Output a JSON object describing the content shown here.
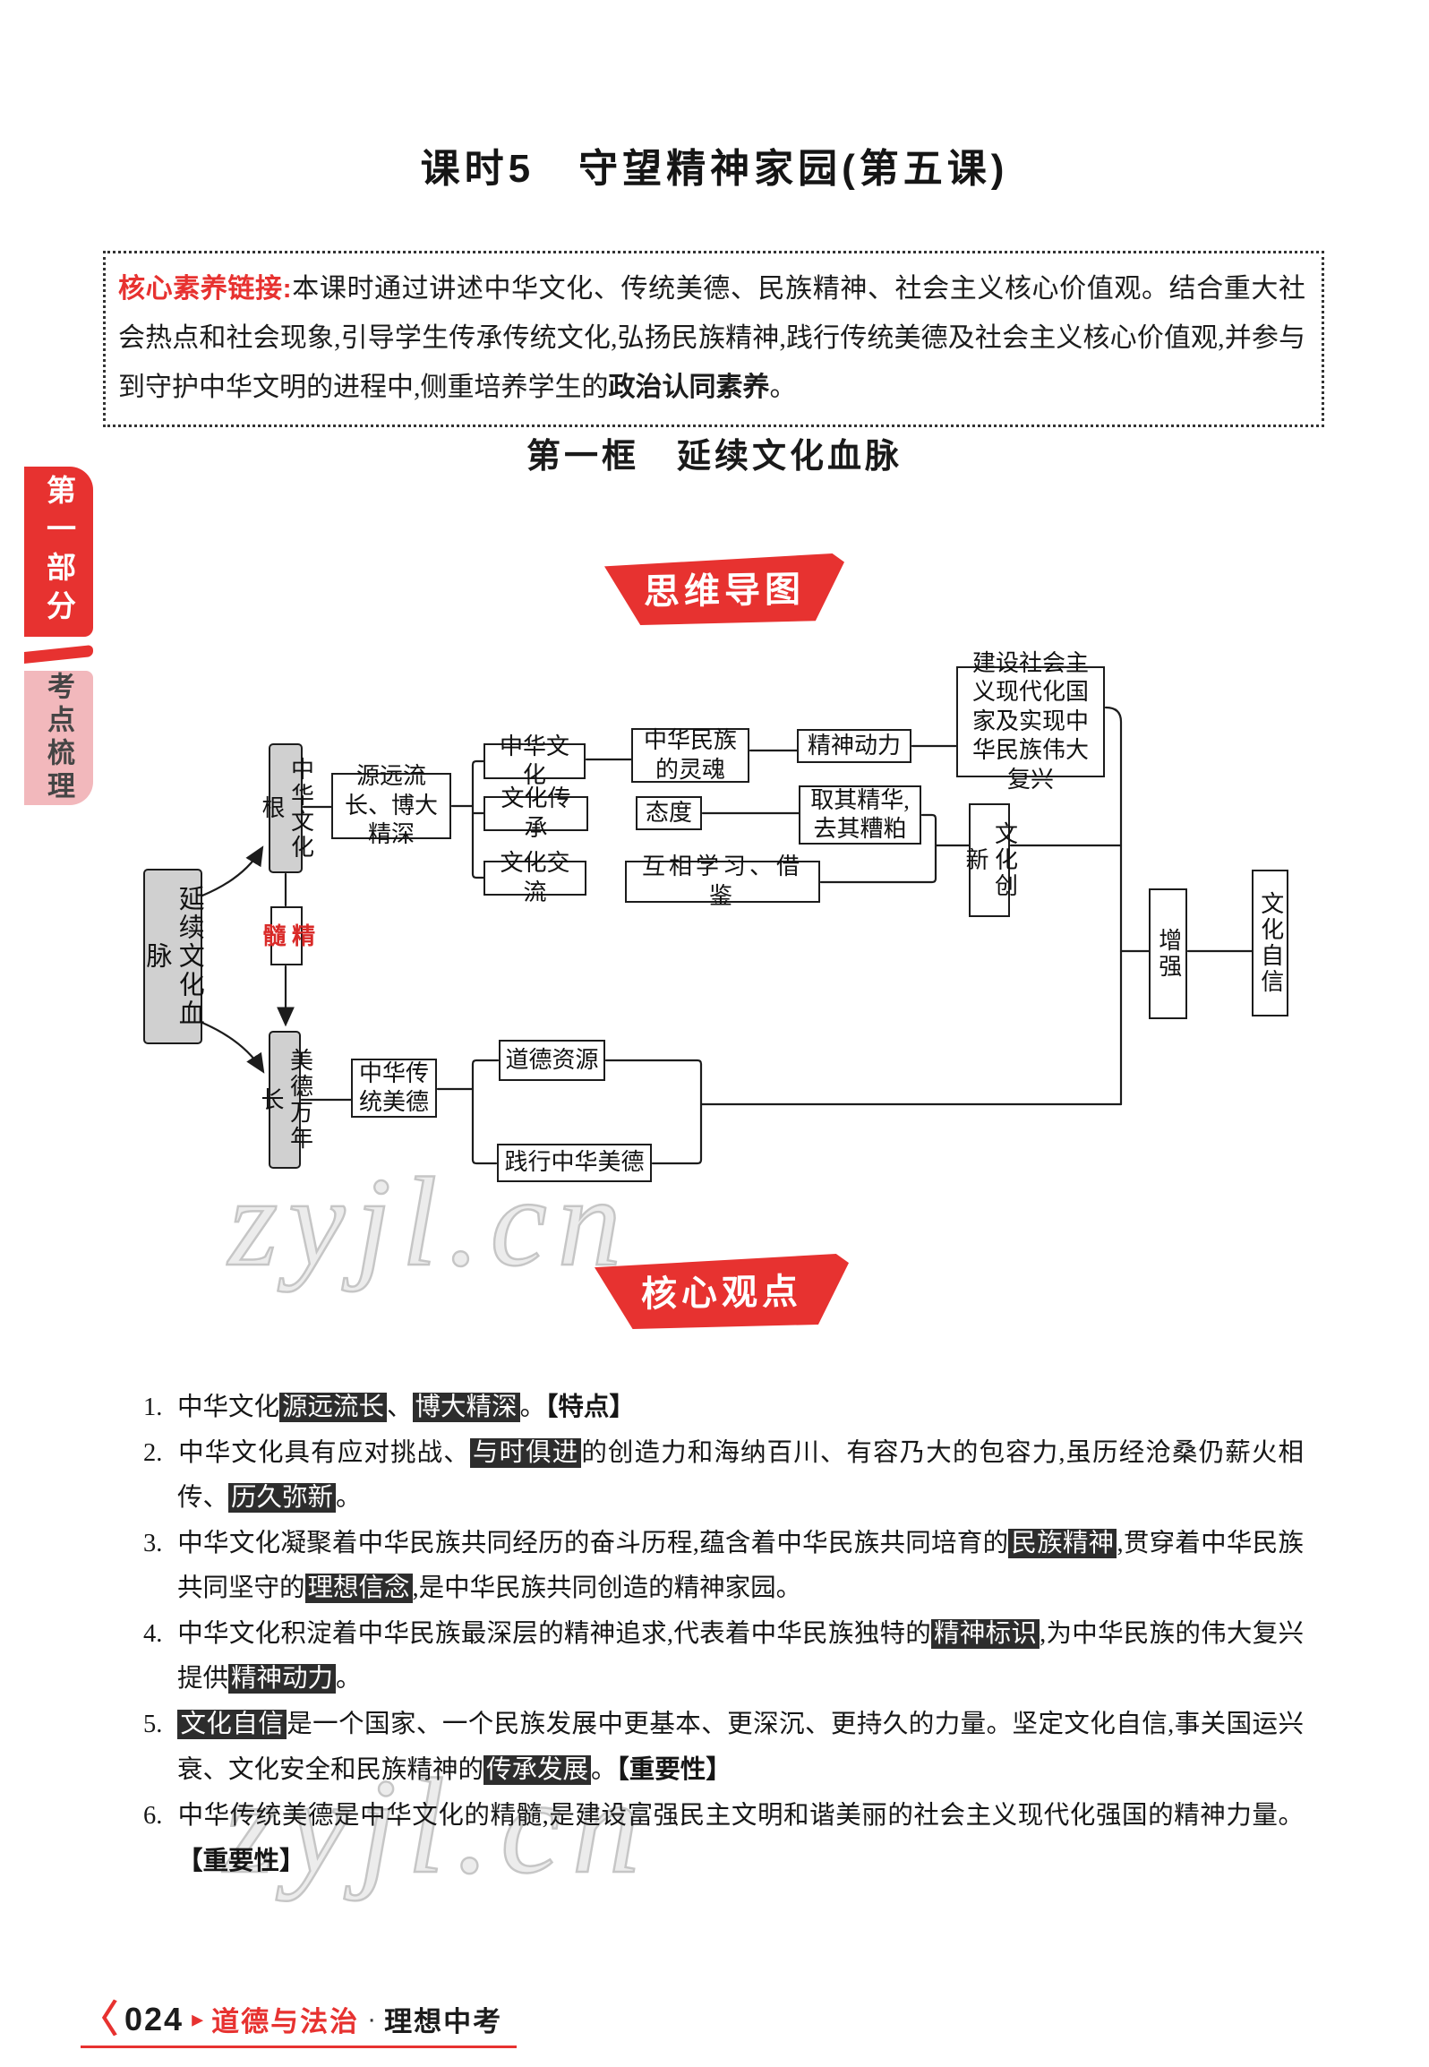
{
  "page": {
    "title": "课时5　守望精神家园(第五课)",
    "section_heading": "第一框　延续文化血脉",
    "watermark": "zyjl.cn"
  },
  "sidebar": {
    "part": "第一部分",
    "tab": "考点梳理"
  },
  "competency": {
    "label": "核心素养链接:",
    "before": "本课时通过讲述中华文化、传统美德、民族精神、社会主义核心价值观。结合重大社会热点和社会现象,引导学生传承传统文化,弘扬民族精神,践行传统美德及社会主义核心价值观,并参与到守护中华文明的进程中,侧重培养学生的",
    "bold": "政治认同素养",
    "after": "。"
  },
  "banners": {
    "mind_map": "思维导图",
    "core_points": "核心观点"
  },
  "diagram": {
    "nodes": {
      "root": "延续文化血脉",
      "culture_root": "中华文化根",
      "trait": "源远流长、博大精深",
      "culture": "中华文化",
      "inherit": "文化传承",
      "exchange": "文化交流",
      "soul": "中华民族的灵魂",
      "attitude": "态度",
      "power": "精神动力",
      "refine": "取其精华,去其糟粕",
      "learn": "互相学习、借鉴",
      "build": "建设社会主义现代化国家及实现中华民族伟大复兴",
      "innovate": "文化创新",
      "essence": "精髓",
      "virtue_root": "美德万年长",
      "tradition": "中华传统美德",
      "moral": "道德资源",
      "practice": "践行中华美德",
      "enhance": "增强",
      "confidence": "文化自信"
    }
  },
  "core_points": [
    {
      "num": "1.",
      "segments": [
        {
          "t": "中华文化",
          "s": "n"
        },
        {
          "t": "源远流长",
          "s": "hl"
        },
        {
          "t": "、",
          "s": "n"
        },
        {
          "t": "博大精深",
          "s": "hl"
        },
        {
          "t": "。",
          "s": "n"
        },
        {
          "t": "【特点】",
          "s": "b"
        }
      ]
    },
    {
      "num": "2.",
      "segments": [
        {
          "t": "中华文化具有应对挑战、",
          "s": "n"
        },
        {
          "t": "与时俱进",
          "s": "hl"
        },
        {
          "t": "的创造力和海纳百川、有容乃大的包容力,虽历经沧桑仍薪火相传、",
          "s": "n"
        },
        {
          "t": "历久弥新",
          "s": "hl"
        },
        {
          "t": "。",
          "s": "n"
        }
      ]
    },
    {
      "num": "3.",
      "segments": [
        {
          "t": "中华文化凝聚着中华民族共同经历的奋斗历程,蕴含着中华民族共同培育的",
          "s": "n"
        },
        {
          "t": "民族精神",
          "s": "hl"
        },
        {
          "t": ",贯穿着中华民族共同坚守的",
          "s": "n"
        },
        {
          "t": "理想信念",
          "s": "hl"
        },
        {
          "t": ",是中华民族共同创造的精神家园。",
          "s": "n"
        }
      ]
    },
    {
      "num": "4.",
      "segments": [
        {
          "t": "中华文化积淀着中华民族最深层的精神追求,代表着中华民族独特的",
          "s": "n"
        },
        {
          "t": "精神标识",
          "s": "hl"
        },
        {
          "t": ",为中华民族的伟大复兴提供",
          "s": "n"
        },
        {
          "t": "精神动力",
          "s": "hl"
        },
        {
          "t": "。",
          "s": "n"
        }
      ]
    },
    {
      "num": "5.",
      "segments": [
        {
          "t": "文化自信",
          "s": "hl"
        },
        {
          "t": "是一个国家、一个民族发展中更基本、更深沉、更持久的力量。坚定文化自信,事关国运兴衰、文化安全和民族精神的",
          "s": "n"
        },
        {
          "t": "传承发展",
          "s": "hl"
        },
        {
          "t": "。",
          "s": "n"
        },
        {
          "t": "【重要性】",
          "s": "b"
        }
      ]
    },
    {
      "num": "6.",
      "segments": [
        {
          "t": "中华传统美德是中华文化的精髓,是建设富强民主文明和谐美丽的社会主义现代化强国的精神力量。",
          "s": "n"
        },
        {
          "t": "【重要性】",
          "s": "b"
        }
      ]
    }
  ],
  "footer": {
    "angle": "〈",
    "page_number": "024",
    "bullet": "▸",
    "subject": "道德与法治",
    "dot": "·",
    "series": "理想中考"
  },
  "colors": {
    "accent": "#e73230",
    "highlight_bg": "#2d2d2d",
    "node_gray": "#d0d0d0",
    "essence_red": "#d92a28",
    "sidebar_pink": "#f2b8bc"
  }
}
